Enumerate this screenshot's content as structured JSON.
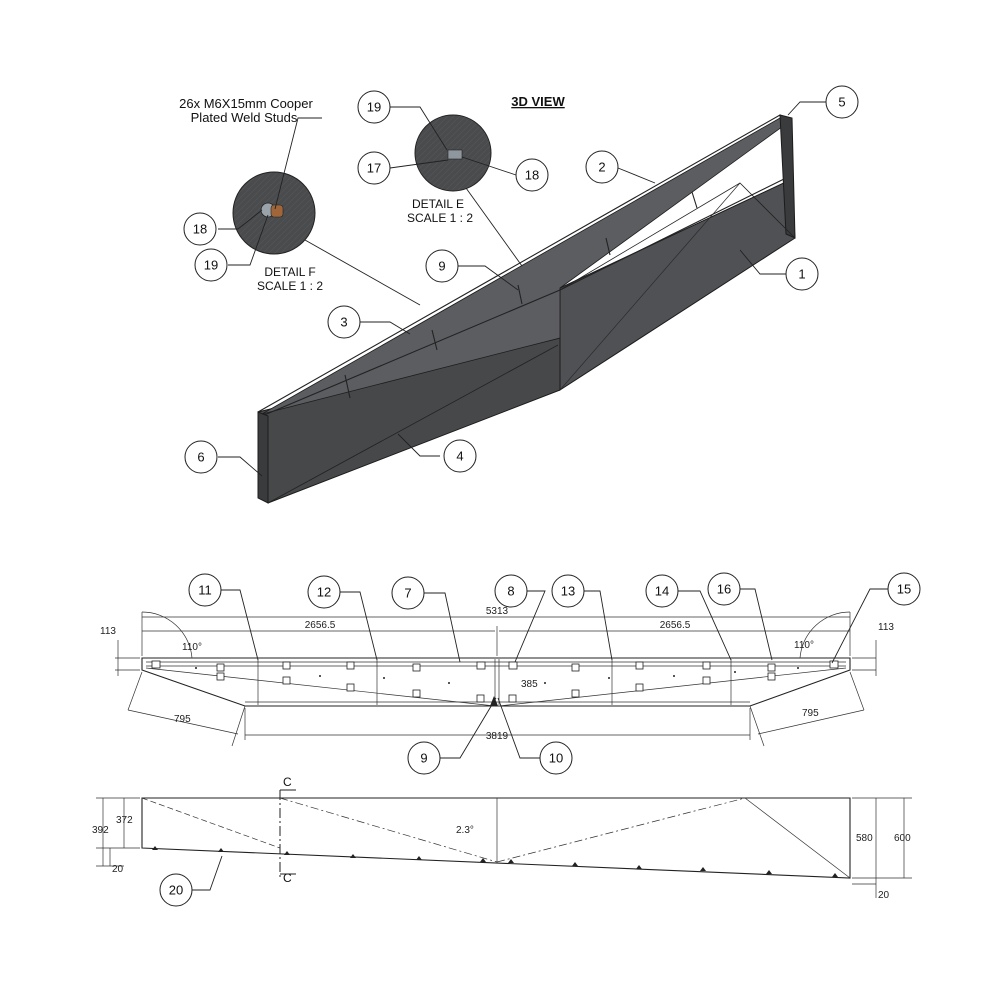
{
  "view_title": "3D VIEW",
  "stud_note": [
    "26x M6X15mm Cooper",
    "Plated Weld Studs"
  ],
  "detail_e": {
    "title": "DETAIL E",
    "scale": "SCALE 1 : 2"
  },
  "detail_f": {
    "title": "DETAIL F",
    "scale": "SCALE 1 : 2"
  },
  "section_label": "C",
  "balloons": {
    "b1": "1",
    "b2": "2",
    "b3": "3",
    "b4": "4",
    "b5": "5",
    "b6": "6",
    "b7": "7",
    "b8": "8",
    "b9_top": "9",
    "b9_plan": "9",
    "b10": "10",
    "b11": "11",
    "b12": "12",
    "b13": "13",
    "b14": "14",
    "b15": "15",
    "b16": "16",
    "b17": "17",
    "b18_e": "18",
    "b18_f": "18",
    "b19_e": "19",
    "b19_f": "19",
    "b20": "20"
  },
  "dimensions": {
    "overall_length": "5313",
    "half_left": "2656.5",
    "half_right": "2656.5",
    "end_height_left": "113",
    "end_height_right": "113",
    "angle_left": "110°",
    "angle_right": "110°",
    "taper_left": "795",
    "taper_right": "795",
    "bottom_length": "3819",
    "depth_center": "385",
    "elev_left_outer": "392",
    "elev_left_inner": "372",
    "elev_left_base": "20",
    "elev_right_inner": "580",
    "elev_right_outer": "600",
    "elev_right_base": "20",
    "slope": "2.3°"
  },
  "colors": {
    "metal_dark": "#3f4042",
    "metal_mid": "#56585b",
    "metal_light": "#6c6e71",
    "ink": "#222222"
  }
}
